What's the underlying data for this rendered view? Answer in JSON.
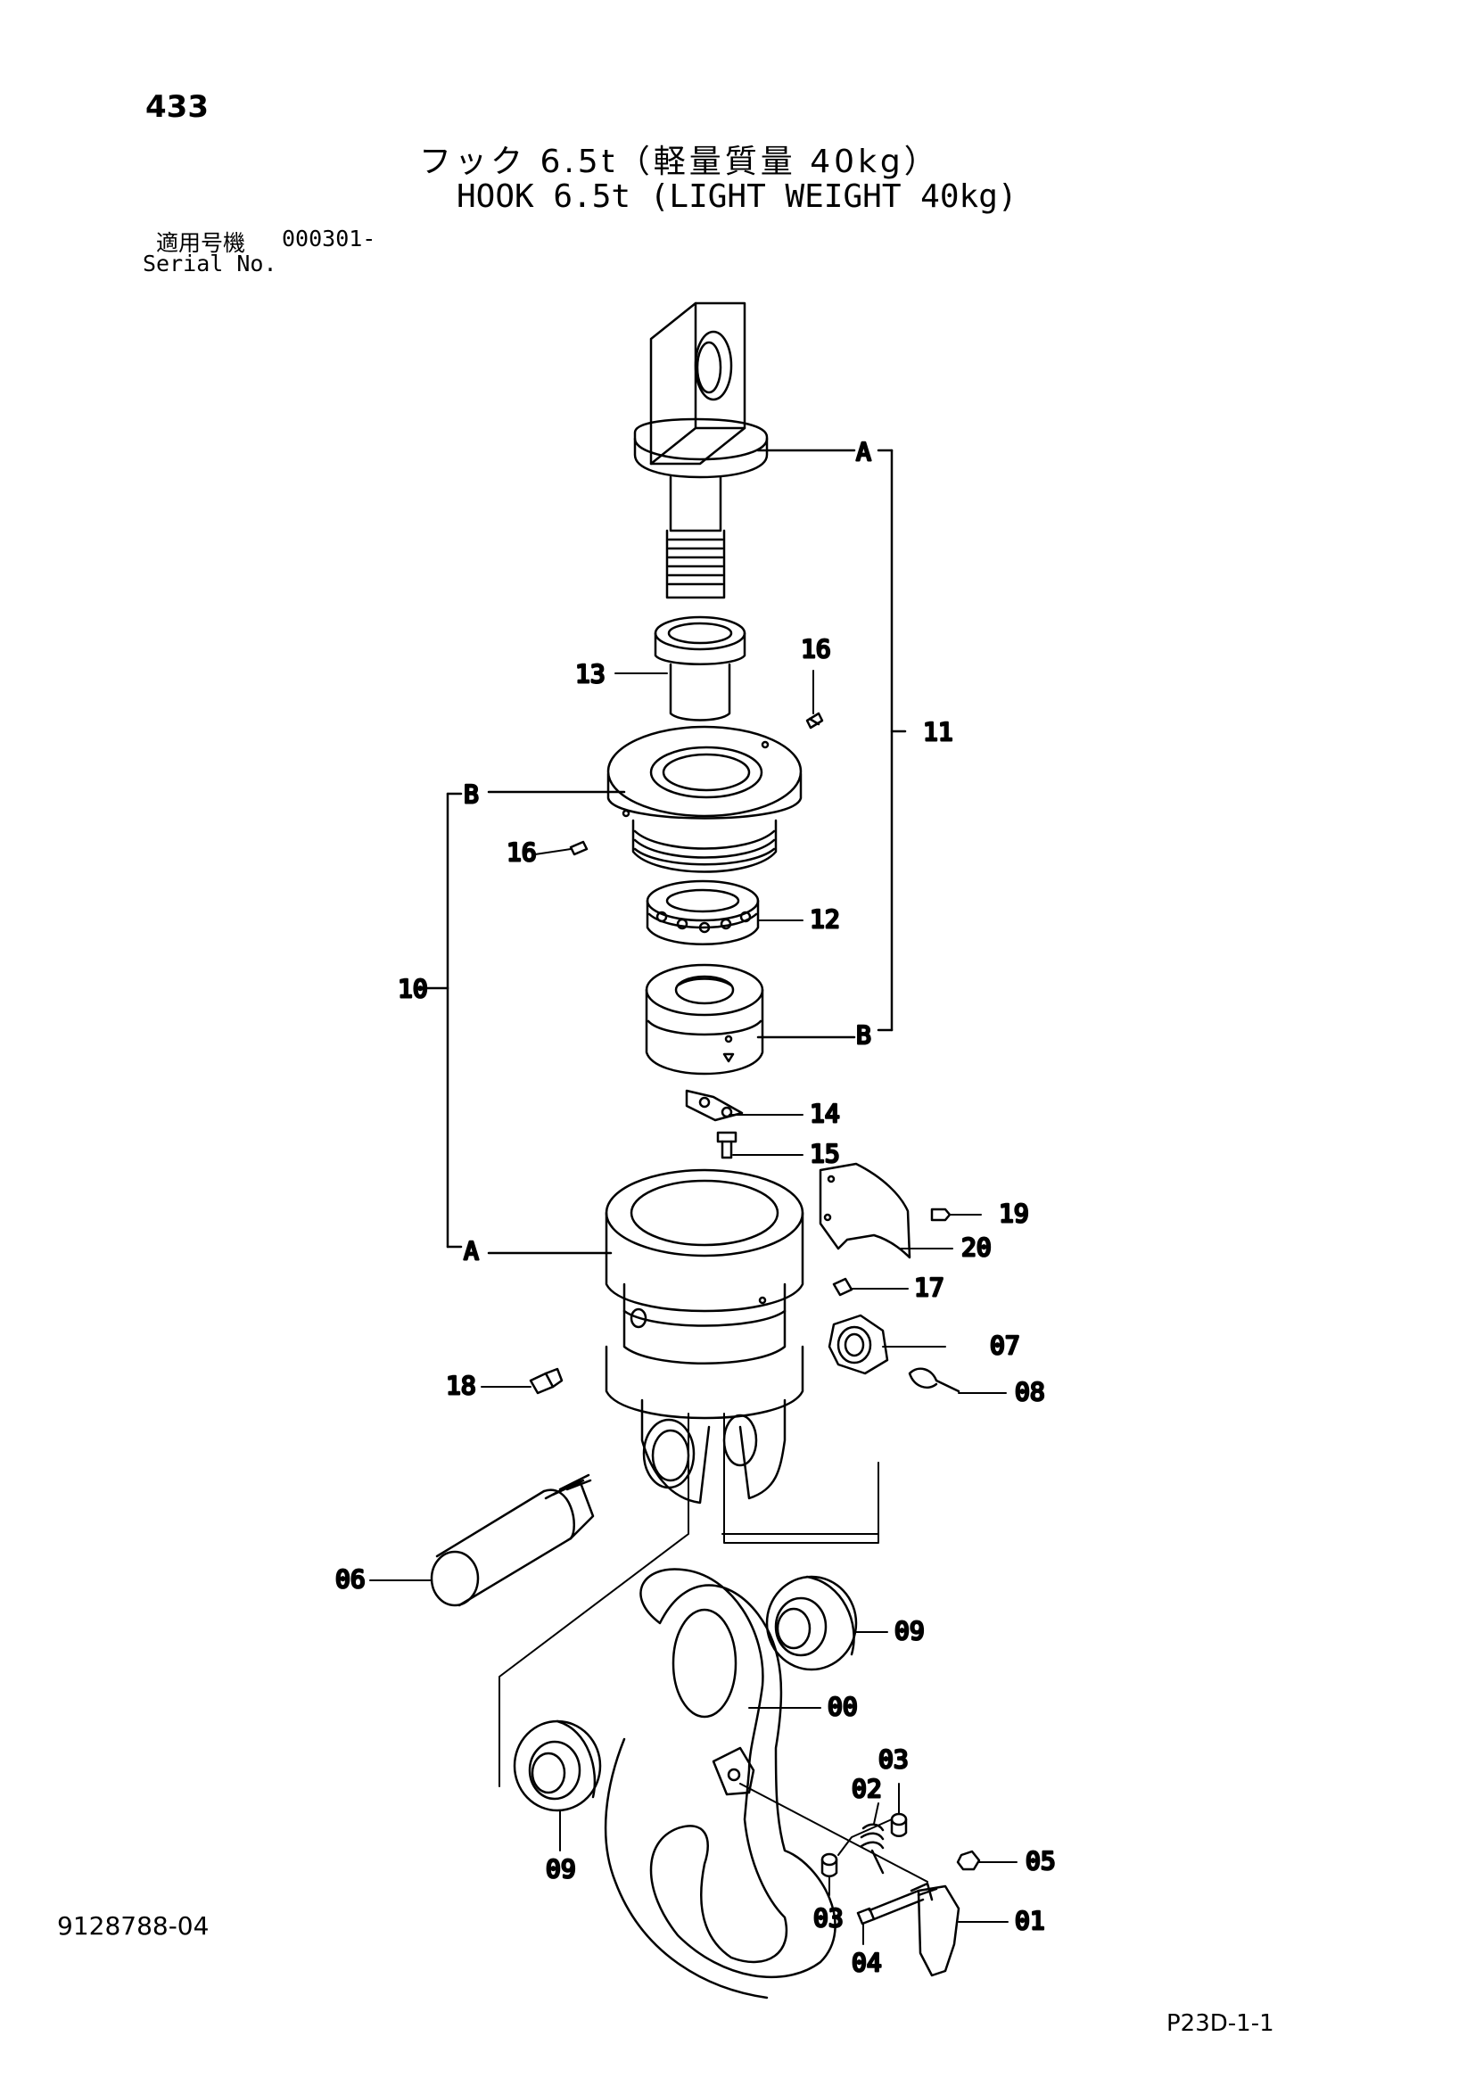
{
  "header": {
    "page_number": "433",
    "title_jp": "フック 6.5t（軽量質量 40kg）",
    "title_en": "HOOK 6.5t (LIGHT WEIGHT 40kg)",
    "serial_label_jp": "適用号機",
    "serial_label_en": "Serial No.",
    "serial_value": "000301-"
  },
  "footer": {
    "drawing_number": "9128788-04",
    "figure_ref": "P23D-1-1"
  },
  "callouts": {
    "p00": "00",
    "p01": "01",
    "p02": "02",
    "p03a": "03",
    "p03b": "03",
    "p04": "04",
    "p05": "05",
    "p06": "06",
    "p07": "07",
    "p08": "08",
    "p09a": "09",
    "p09b": "09",
    "p10": "10",
    "p11": "11",
    "p12": "12",
    "p13": "13",
    "p14": "14",
    "p15": "15",
    "p16a": "16",
    "p16b": "16",
    "p17": "17",
    "p18": "18",
    "p19": "19",
    "p20": "20"
  },
  "markers": {
    "a_top": "A",
    "a_bottom": "A",
    "b_top": "B",
    "b_bottom": "B"
  }
}
